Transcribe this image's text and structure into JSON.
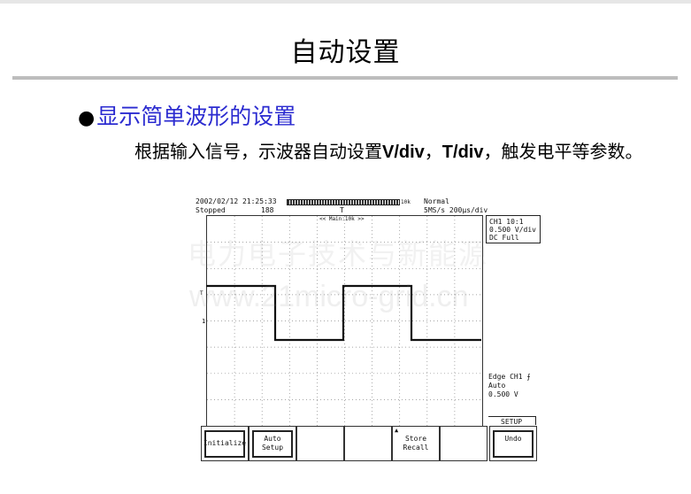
{
  "slide": {
    "title": "自动设置",
    "heading": "显示简单波形的设置",
    "body_pre": "根据输入信号，示波器自动设置",
    "body_bold1": "V/div",
    "body_sep1": "，",
    "body_bold2": "T/div",
    "body_post": "，触发电平等参数。"
  },
  "scope": {
    "datetime": "2002/02/12 21:25:33",
    "status": "Stopped",
    "count": "188",
    "record": "10k",
    "main_label": "<< Main:10k >>",
    "mode": "Normal",
    "rate": "5MS/s 200μs/div",
    "trigger_marker": "T",
    "ch1_line1": "CH1 10:1",
    "ch1_line2": "0.500 V/div",
    "ch1_line3": "DC    Full",
    "trig_line1": "Edge CH1 ⨍",
    "trig_line2": "Auto",
    "trig_line3": "0.500 V",
    "level_marker": "T",
    "ground_marker": "1",
    "menu_title": "SETUP",
    "softkeys": [
      {
        "line1": "Initialize",
        "line2": ""
      },
      {
        "line1": "Auto",
        "line2": "Setup"
      },
      {
        "line1": "",
        "line2": ""
      },
      {
        "line1": "",
        "line2": ""
      },
      {
        "line1": "Store",
        "line2": "Recall"
      },
      {
        "line1": "",
        "line2": ""
      },
      {
        "line1": "Undo",
        "line2": ""
      }
    ]
  },
  "watermark": {
    "cn": "电力电子技术与新能源",
    "url": "www.21micro-grid.cn"
  }
}
